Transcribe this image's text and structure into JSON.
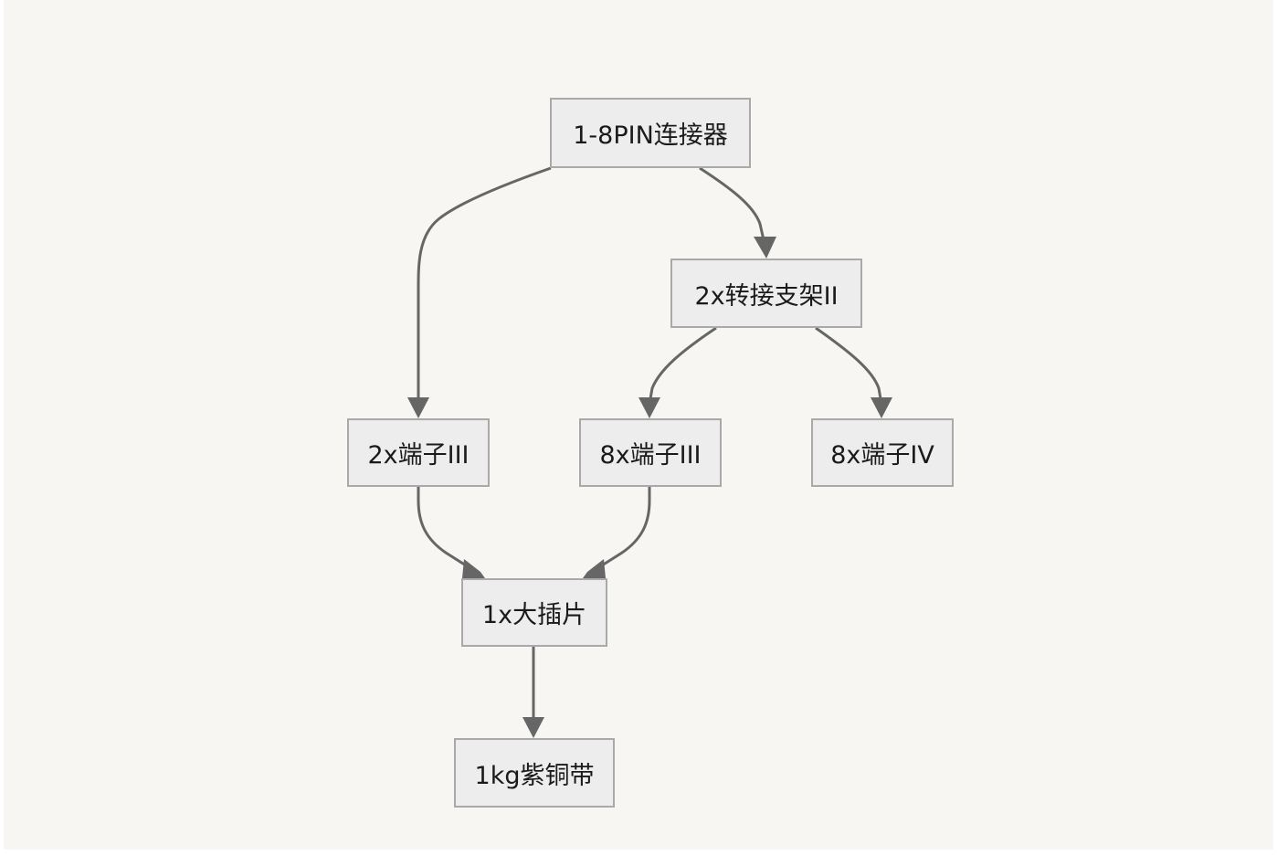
{
  "diagram": {
    "nodes": [
      {
        "id": "n1",
        "label": "1-8PIN连接器"
      },
      {
        "id": "n2",
        "label": "2x转接支架II"
      },
      {
        "id": "n3",
        "label": "2x端子III"
      },
      {
        "id": "n4",
        "label": "8x端子III"
      },
      {
        "id": "n5",
        "label": "8x端子IV"
      },
      {
        "id": "n6",
        "label": "1x大插片"
      },
      {
        "id": "n7",
        "label": "1kg紫铜带"
      }
    ],
    "edges": [
      {
        "from": "n1",
        "to": "n3"
      },
      {
        "from": "n1",
        "to": "n2"
      },
      {
        "from": "n2",
        "to": "n4"
      },
      {
        "from": "n2",
        "to": "n5"
      },
      {
        "from": "n3",
        "to": "n6"
      },
      {
        "from": "n4",
        "to": "n6"
      },
      {
        "from": "n6",
        "to": "n7"
      }
    ],
    "colors": {
      "background": "#f7f6f3",
      "node_fill": "#ededed",
      "node_border": "#a9a9a9",
      "edge": "#666666"
    }
  }
}
